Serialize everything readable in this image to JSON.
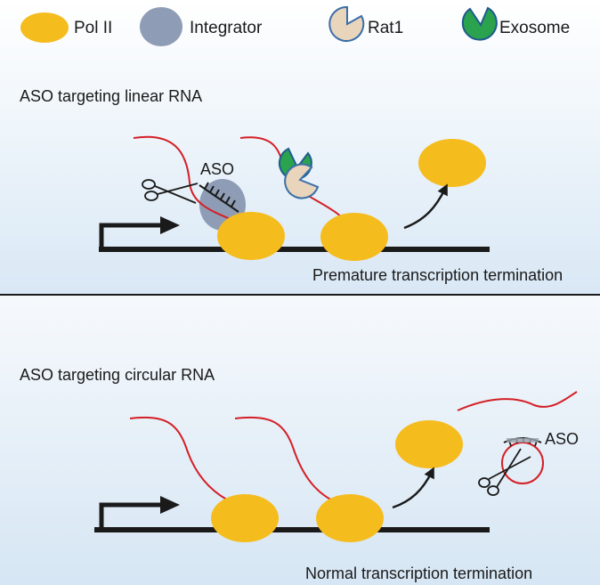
{
  "legend": {
    "pol2": "Pol II",
    "integrator": "Integrator",
    "rat1": "Rat1",
    "exosome": "Exosome"
  },
  "linear_panel": {
    "title": "ASO targeting linear RNA",
    "aso_label": "ASO",
    "caption": "Premature transcription termination"
  },
  "circular_panel": {
    "title": "ASO targeting circular RNA",
    "aso_label": "ASO",
    "caption": "Normal transcription termination"
  },
  "colors": {
    "pol2": "#f5bc1d",
    "integrator": "#8e9db5",
    "rat1": "#e9d4bc",
    "exosome": "#2aa24e",
    "rna": "#d41f26",
    "dna": "#1a1a1a",
    "background_top": "#ffffff",
    "background_bottom": "#d6e6f4"
  }
}
